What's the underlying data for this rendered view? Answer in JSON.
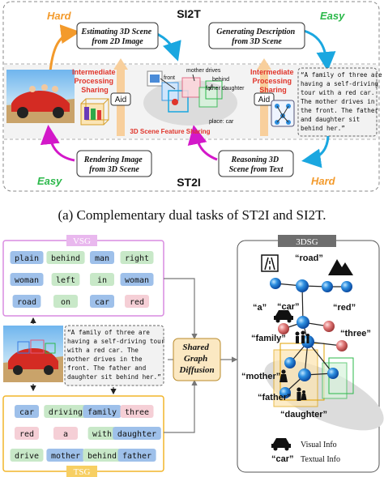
{
  "top": {
    "si2t_title": "SI2T",
    "st2i_title": "ST2I",
    "hard_tl": "Hard",
    "easy_tr": "Easy",
    "easy_bl": "Easy",
    "hard_br": "Hard",
    "box_estimating": [
      "Estimating 3D Scene",
      "from 2D Image"
    ],
    "box_generating": [
      "Generating Description",
      "from 3D Scene"
    ],
    "box_rendering": [
      "Rendering Image",
      "from 3D Scene"
    ],
    "box_reasoning": [
      "Reasoning 3D",
      "Scene from Text"
    ],
    "ips_left": [
      "Intermediate",
      "Processing",
      "Sharing"
    ],
    "ips_right": [
      "Intermediate",
      "Processing",
      "Sharing"
    ],
    "aid_left": "Aid",
    "aid_right": "Aid",
    "feature_sharing": "3D Scene Feature Sharing",
    "scene_labels": {
      "front": "front",
      "mother_drives": "mother drives",
      "behind": "behind",
      "father_daughter": "father daughter",
      "place_car": "place: car"
    },
    "quote": [
      "“A family of three are",
      "having a self-driving",
      "tour with a red car.",
      "The mother drives in",
      "the front. The father",
      "and daughter sit",
      "behind her.”"
    ]
  },
  "caption": "(a) Complementary dual tasks of ST2I and SI2T.",
  "vsg": {
    "title": "VSG",
    "rows": [
      [
        {
          "t": "plain",
          "c": "blue"
        },
        {
          "t": "behind",
          "c": "green"
        },
        {
          "t": "man",
          "c": "blue"
        },
        {
          "t": "right",
          "c": "green"
        }
      ],
      [
        {
          "t": "woman",
          "c": "blue"
        },
        {
          "t": "left",
          "c": "green"
        },
        {
          "t": "in",
          "c": "green"
        },
        {
          "t": "woman",
          "c": "blue"
        }
      ],
      [
        {
          "t": "road",
          "c": "blue"
        },
        {
          "t": "on",
          "c": "green"
        },
        {
          "t": "car",
          "c": "blue"
        },
        {
          "t": "red",
          "c": "pink"
        }
      ]
    ]
  },
  "middle_quote": [
    "“A family of three are",
    "having a self-driving tour",
    "with a red car. The",
    "mother drives in the",
    "front. The father and",
    "daughter sit behind her.”"
  ],
  "shared": [
    "Shared",
    "Graph",
    "Diffusion"
  ],
  "tsg": {
    "title": "TSG",
    "rows": [
      [
        {
          "t": "car",
          "c": "blue"
        },
        {
          "t": "driving",
          "c": "green"
        },
        {
          "t": "family",
          "c": "blue"
        },
        {
          "t": "three",
          "c": "pink"
        }
      ],
      [
        {
          "t": "red",
          "c": "pink"
        },
        {
          "t": "a",
          "c": "pink"
        },
        {
          "t": "with",
          "c": "green"
        },
        {
          "t": "daughter",
          "c": "blue"
        }
      ],
      [
        {
          "t": "drive",
          "c": "green"
        },
        {
          "t": "mother",
          "c": "blue"
        },
        {
          "t": "behind",
          "c": "green"
        },
        {
          "t": "father",
          "c": "blue"
        }
      ]
    ]
  },
  "dsg": {
    "title": "3DSG",
    "labels": {
      "road": "“road”",
      "a": "“a”",
      "car": "“car”",
      "red": "“red”",
      "family": "“family”",
      "three": "“three”",
      "mother": "“mother”",
      "father": "“father”",
      "daughter": "“daughter”"
    },
    "legend_visual": "Visual Info",
    "legend_text_key": "“car”",
    "legend_text": "Textual Info"
  },
  "colors": {
    "blue_node": "#9ec0ea",
    "green_node": "#c8e8c8",
    "pink_node": "#f5cfd6",
    "vsg_border": "#d98be0",
    "tsg_border": "#f2b52a",
    "arrow_orange": "#f39a2b",
    "arrow_cyan": "#1aa7e0",
    "arrow_magenta": "#d318c9",
    "ips_red": "#e0352b"
  }
}
